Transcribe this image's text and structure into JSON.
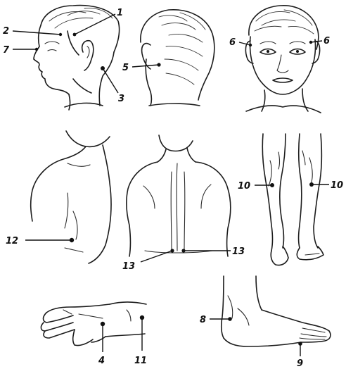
{
  "labels": {
    "l1": "1",
    "l2": "2",
    "l3": "3",
    "l4": "4",
    "l5": "5",
    "l6a": "6",
    "l6b": "6",
    "l7": "7",
    "l8": "8",
    "l9": "9",
    "l10a": "10",
    "l10b": "10",
    "l11": "11",
    "l12": "12",
    "l13a": "13",
    "l13b": "13"
  }
}
